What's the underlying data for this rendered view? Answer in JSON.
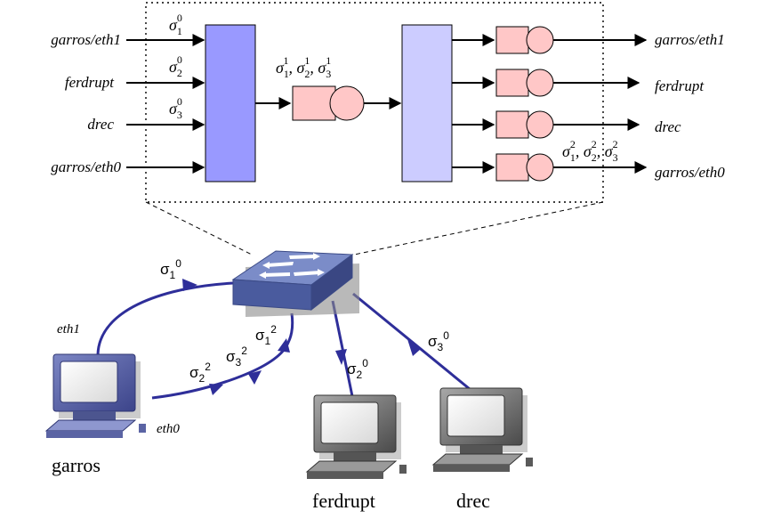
{
  "zoom_box": {
    "inputs": [
      "garros/eth1",
      "ferdrupt",
      "drec",
      "garros/eth0"
    ],
    "input_sigmas": [
      {
        "base": "σ",
        "sub": "1",
        "sup": "0"
      },
      {
        "base": "σ",
        "sub": "2",
        "sup": "0"
      },
      {
        "base": "σ",
        "sub": "3",
        "sup": "0"
      }
    ],
    "middle_label": [
      {
        "base": "σ",
        "sub": "1",
        "sup": "1"
      },
      {
        "base": "σ",
        "sub": "2",
        "sup": "1"
      },
      {
        "base": "σ",
        "sub": "3",
        "sup": "1"
      }
    ],
    "outputs": [
      "garros/eth1",
      "ferdrupt",
      "drec",
      "garros/eth0"
    ],
    "output_label": [
      {
        "base": "σ",
        "sub": "1",
        "sup": "2"
      },
      {
        "base": "σ",
        "sub": "2",
        "sup": "2"
      },
      {
        "base": "σ",
        "sub": "3",
        "sup": "2"
      }
    ],
    "separator": ", "
  },
  "network": {
    "hosts": [
      "garros",
      "ferdrupt",
      "drec"
    ],
    "interfaces": {
      "eth1": "eth1",
      "eth0": "eth0"
    },
    "flows": {
      "garros_eth1": {
        "base": "σ",
        "sub": "1",
        "sup": "0"
      },
      "ferdrupt": {
        "base": "σ",
        "sub": "2",
        "sup": "0"
      },
      "drec": {
        "base": "σ",
        "sub": "3",
        "sup": "0"
      },
      "to_garros_eth0_a": {
        "base": "σ",
        "sub": "1",
        "sup": "2"
      },
      "to_garros_eth0_b": {
        "base": "σ",
        "sub": "3",
        "sup": "2"
      },
      "to_garros_eth0_c": {
        "base": "σ",
        "sub": "2",
        "sup": "2"
      }
    }
  },
  "colors": {
    "demux": "#9999ff",
    "mux": "#ccccff",
    "server": "#ffc7c7",
    "link": "#2e2e99",
    "switch": "#5a6fb0"
  },
  "icons": [
    "switch-icon",
    "computer-icon"
  ]
}
